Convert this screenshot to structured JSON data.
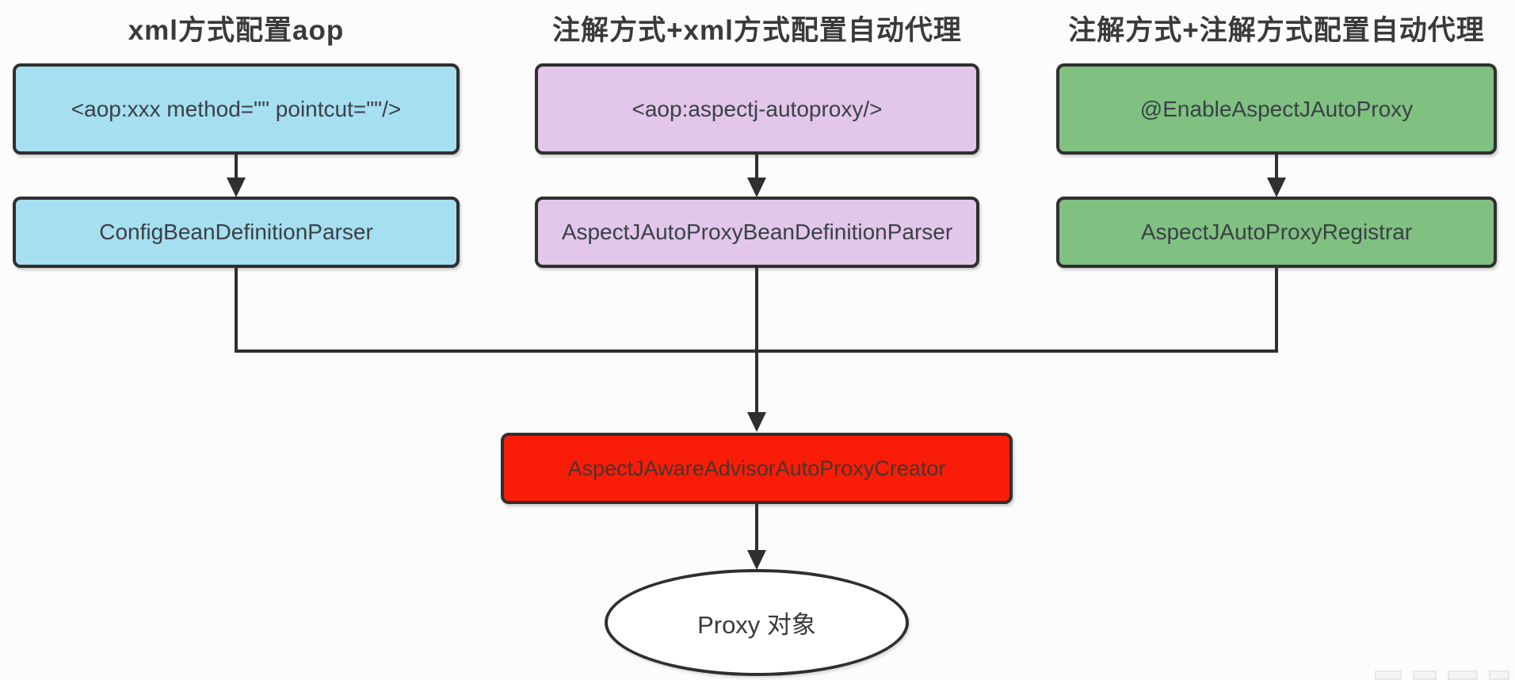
{
  "colors": {
    "background": "#fcfcfc",
    "stroke": "#2f2f2f",
    "text": "#3a4046",
    "title_text": "#3a3a3a",
    "xml_fill": "#a6dff0",
    "xml_annotation_fill": "#e2c7ea",
    "annotation_fill": "#80c181",
    "creator_fill": "#f91d08",
    "creator_text": "#4a342e",
    "ellipse_fill": "#ffffff"
  },
  "columns": [
    {
      "title": "xml方式配置aop",
      "top_node": "<aop:xxx method=\"\" pointcut=\"\"/>",
      "bottom_node": "ConfigBeanDefinitionParser"
    },
    {
      "title": "注解方式+xml方式配置自动代理",
      "top_node": "<aop:aspectj-autoproxy/>",
      "bottom_node": "AspectJAutoProxyBeanDefinitionParser"
    },
    {
      "title": "注解方式+注解方式配置自动代理",
      "top_node": "@EnableAspectJAutoProxy",
      "bottom_node": "AspectJAutoProxyRegistrar"
    }
  ],
  "merge_node": {
    "label": "AspectJAwareAdvisorAutoProxyCreator"
  },
  "result_node": {
    "label": "Proxy 对象"
  }
}
